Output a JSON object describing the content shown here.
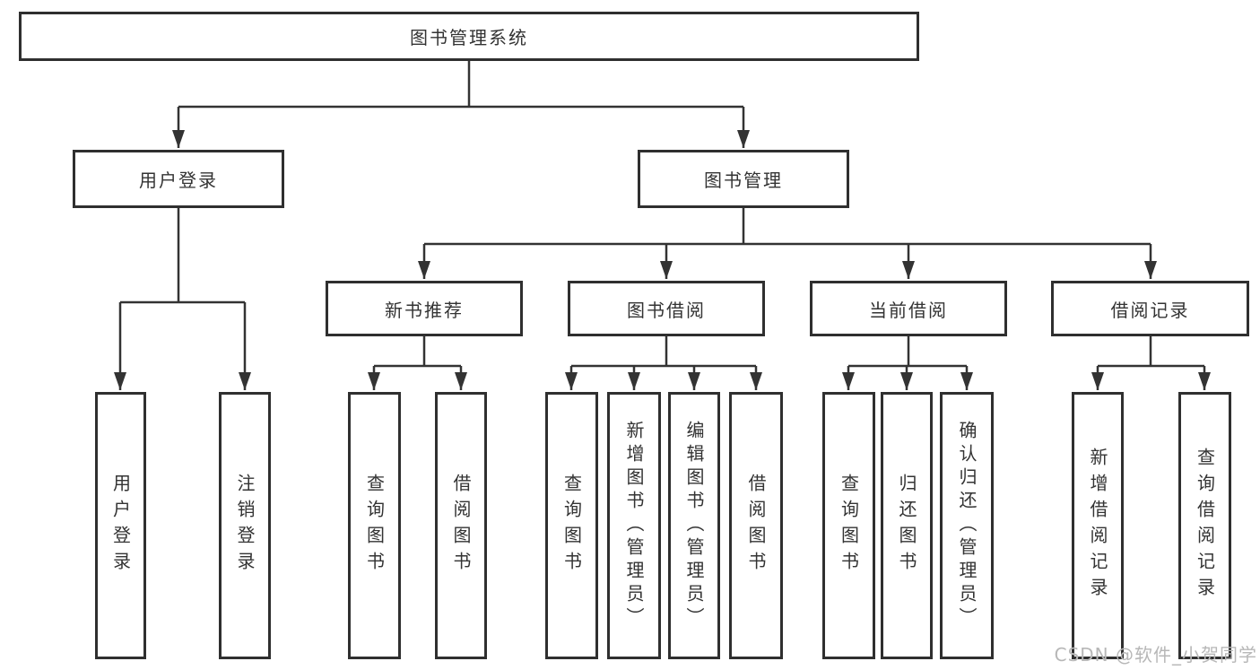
{
  "tree": {
    "label": "图书管理系统",
    "children": [
      {
        "label": "用户登录",
        "children": [
          {
            "label": "用户登录"
          },
          {
            "label": "注销登录"
          }
        ]
      },
      {
        "label": "图书管理",
        "children": [
          {
            "label": "新书推荐",
            "children": [
              {
                "label": "查询图书"
              },
              {
                "label": "借阅图书"
              }
            ]
          },
          {
            "label": "图书借阅",
            "children": [
              {
                "label": "查询图书"
              },
              {
                "label": "新增图书（管理员）"
              },
              {
                "label": "编辑图书（管理员）"
              },
              {
                "label": "借阅图书"
              }
            ]
          },
          {
            "label": "当前借阅",
            "children": [
              {
                "label": "查询图书"
              },
              {
                "label": "归还图书"
              },
              {
                "label": "确认归还（管理员）"
              }
            ]
          },
          {
            "label": "借阅记录",
            "children": [
              {
                "label": "新增借阅记录"
              },
              {
                "label": "查询借阅记录"
              }
            ]
          }
        ]
      }
    ]
  },
  "watermark": {
    "text": "CSDN @软件_小贺同学"
  },
  "colors": {
    "line": "#333333",
    "box_border": "#2f2f2f",
    "text": "#333333",
    "watermark": "#b7b7b7",
    "background": "#ffffff"
  }
}
